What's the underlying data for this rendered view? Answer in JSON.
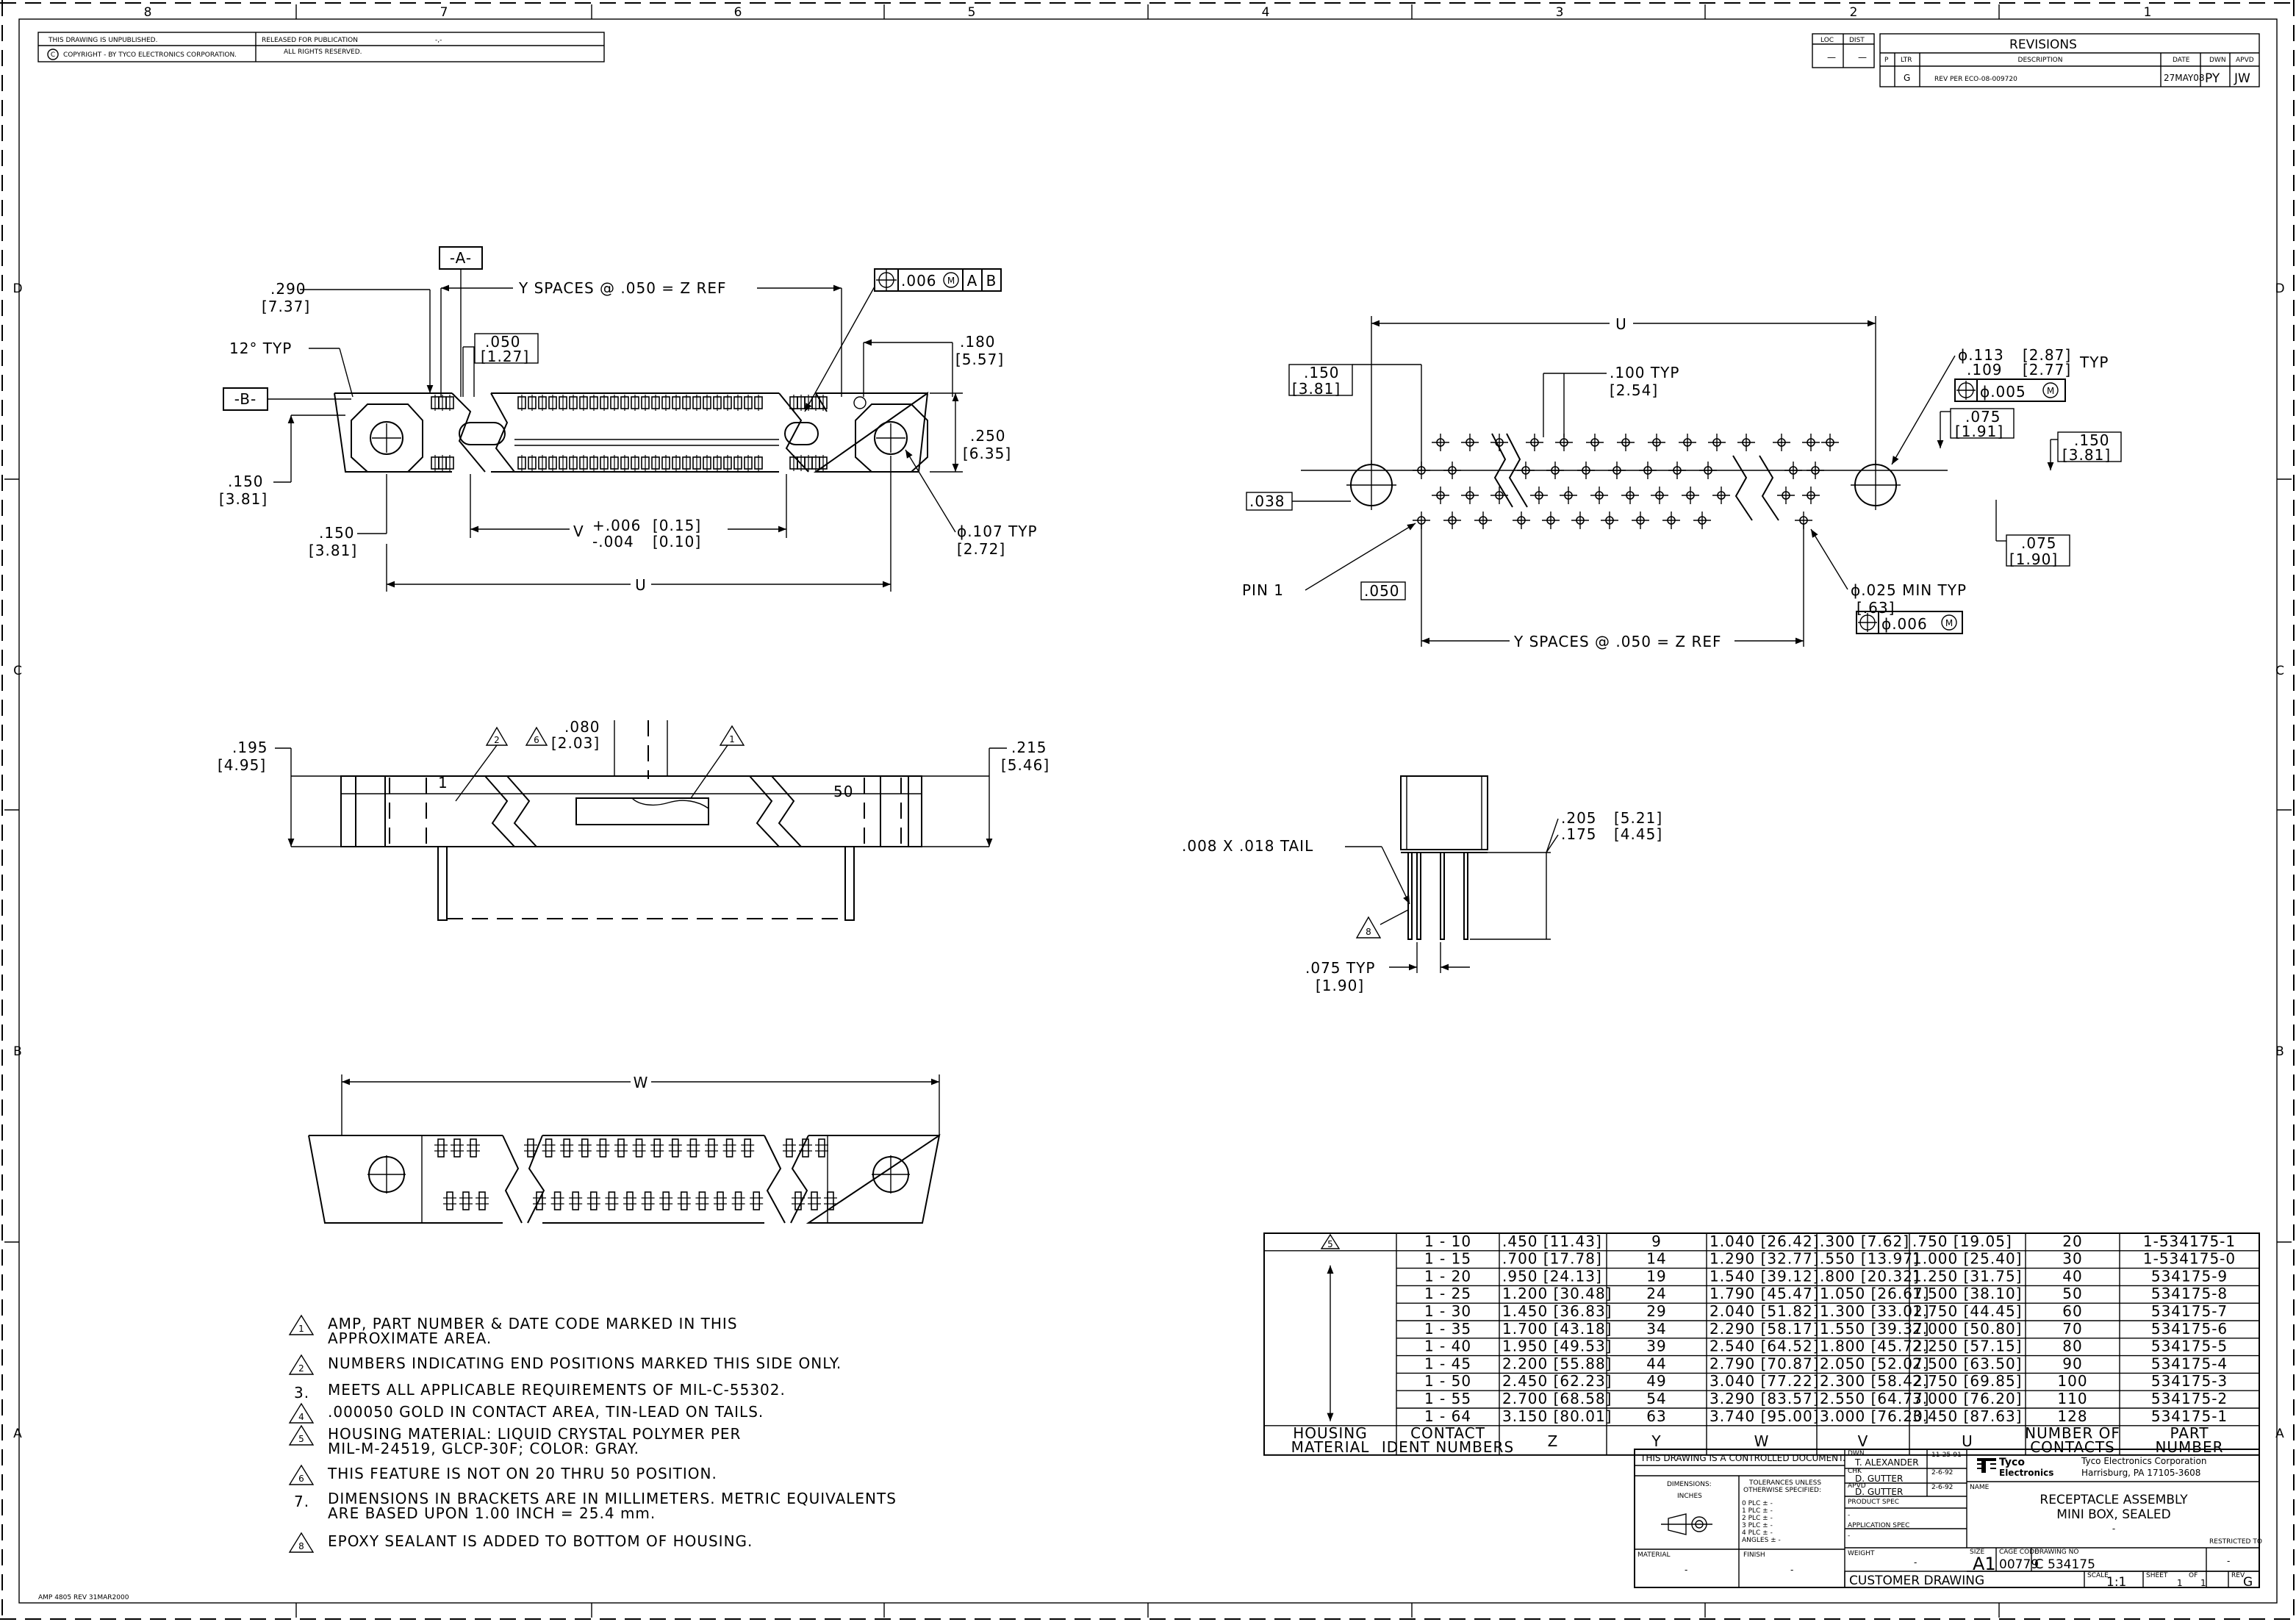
{
  "border": {
    "columns": [
      "8",
      "7",
      "6",
      "5",
      "4",
      "3",
      "2",
      "1"
    ],
    "rows": [
      "D",
      "C",
      "B",
      "A"
    ]
  },
  "top_left_block": {
    "unpublished": "THIS DRAWING IS UNPUBLISHED.",
    "released": "RELEASED FOR PUBLICATION",
    "released_value": "-,-",
    "copyright_mark": "C",
    "copyright": "COPYRIGHT  -         BY TYCO ELECTRONICS CORPORATION.",
    "rights": "ALL RIGHTS RESERVED."
  },
  "revisions": {
    "loc_label": "LOC",
    "dist_label": "DIST",
    "loc_value": "—",
    "dist_value": "—",
    "title": "REVISIONS",
    "p_label": "P",
    "ltr_label": "LTR",
    "desc_label": "DESCRIPTION",
    "date_label": "DATE",
    "dwn_label": "DWN",
    "apvd_label": "APVD",
    "ltr": "G",
    "description": "REV PER ECO-08-009720",
    "date": "27MAY08",
    "dwn": "PY",
    "apvd": "JW"
  },
  "view_top": {
    "datum_a": "-A-",
    "datum_b": "-B-",
    "y_spaces": "Y SPACES @ .050 = Z REF",
    "fcf_value": ".006",
    "fcf_mod": "M",
    "fcf_datum_a": "A",
    "fcf_datum_b": "B",
    "d_290": ".290",
    "d_290_mm": "[7.37]",
    "angle": "12°  TYP",
    "d_050": ".050",
    "d_050_mm": "[1.27]",
    "d_180": ".180",
    "d_180_mm": "[5.57]",
    "d_250": ".250",
    "d_250_mm": "[6.35]",
    "d_150a": ".150",
    "d_150a_mm": "[3.81]",
    "d_150b": ".150",
    "d_150b_mm": "[3.81]",
    "v_label": "V",
    "tol_plus": "+.006",
    "tol_minus": "-.004",
    "tol_plus_mm": "[0.15]",
    "tol_minus_mm": "[0.10]",
    "dia_107": "ϕ.107 TYP",
    "dia_107_mm": "[2.72]",
    "u_label": "U"
  },
  "view_side": {
    "d_195": ".195",
    "d_195_mm": "[4.95]",
    "d_215": ".215",
    "d_215_mm": "[5.46]",
    "d_080": ".080",
    "d_080_mm": "[2.03]",
    "note2": "2",
    "note6": "6",
    "note1": "1",
    "pos1": "1",
    "pos50": "50"
  },
  "view_bottom": {
    "w_label": "W"
  },
  "view_pcb": {
    "u_label": "U",
    "d_150a": ".150",
    "d_150a_mm": "[3.81]",
    "d_100": ".100 TYP",
    "d_100_mm": "[2.54]",
    "dia_113": "ϕ.113",
    "dia_109": ".109",
    "dia_113_mm": "[2.87]",
    "dia_109_mm": "[2.77]",
    "typ": "TYP",
    "fcf1": "ϕ.005",
    "fcf_mod": "M",
    "d_075a": ".075",
    "d_075a_mm": "[1.91]",
    "d_150b": ".150",
    "d_150b_mm": "[3.81]",
    "d_038": ".038",
    "d_075b": ".075",
    "d_075b_mm": "[1.90]",
    "pin1": "PIN 1",
    "d_050": ".050",
    "dia_025": "ϕ.025 MIN TYP",
    "dia_025_mm": "[.63]",
    "fcf2": "ϕ.006",
    "y_spaces": "Y SPACES @ .050 = Z REF"
  },
  "view_tail": {
    "tail": ".008 X .018 TAIL",
    "d_205": ".205",
    "d_175": ".175",
    "d_205_mm": "[5.21]",
    "d_175_mm": "[4.45]",
    "note8": "8",
    "d_075": ".075 TYP",
    "d_075_mm": "[1.90]"
  },
  "notes": [
    {
      "mark": "1",
      "flag": true,
      "text": [
        "AMP, PART NUMBER & DATE CODE MARKED IN THIS",
        "APPROXIMATE AREA."
      ]
    },
    {
      "mark": "2",
      "flag": true,
      "text": [
        "NUMBERS INDICATING END POSITIONS MARKED THIS SIDE ONLY."
      ]
    },
    {
      "mark": "3.",
      "flag": false,
      "text": [
        "MEETS ALL APPLICABLE REQUIREMENTS OF MIL-C-55302."
      ]
    },
    {
      "mark": "4",
      "flag": true,
      "text": [
        ".000050 GOLD IN CONTACT AREA, TIN-LEAD ON TAILS."
      ]
    },
    {
      "mark": "5",
      "flag": true,
      "text": [
        "HOUSING MATERIAL: LIQUID CRYSTAL POLYMER PER",
        "MIL-M-24519, GLCP-30F; COLOR: GRAY."
      ]
    },
    {
      "mark": "6",
      "flag": true,
      "text": [
        "THIS FEATURE IS NOT ON 20 THRU 50 POSITION."
      ]
    },
    {
      "mark": "7.",
      "flag": false,
      "text": [
        "DIMENSIONS IN BRACKETS ARE IN MILLIMETERS. METRIC EQUIVALENTS",
        "ARE BASED UPON 1.00 INCH = 25.4 mm."
      ]
    },
    {
      "mark": "8",
      "flag": true,
      "text": [
        "EPOXY SEALANT IS ADDED TO BOTTOM OF HOUSING."
      ]
    }
  ],
  "table": {
    "material_flag": "5",
    "headers": {
      "material": [
        "HOUSING",
        "MATERIAL"
      ],
      "contact": [
        "CONTACT",
        "IDENT NUMBERS"
      ],
      "z": "Z",
      "y": "Y",
      "w": "W",
      "v": "V",
      "u": "U",
      "contacts": [
        "NUMBER OF",
        "CONTACTS"
      ],
      "part": [
        "PART",
        "NUMBER"
      ]
    },
    "rows": [
      {
        "ident": "1 - 10",
        "z": ".450 [11.43]",
        "y": "9",
        "w": "1.040 [26.42]",
        "v": ".300 [7.62]",
        "u": ".750 [19.05]",
        "n": "20",
        "pn": "1-534175-1"
      },
      {
        "ident": "1 - 15",
        "z": ".700 [17.78]",
        "y": "14",
        "w": "1.290 [32.77]",
        "v": ".550 [13.97]",
        "u": "1.000 [25.40]",
        "n": "30",
        "pn": "1-534175-0"
      },
      {
        "ident": "1 - 20",
        "z": ".950 [24.13]",
        "y": "19",
        "w": "1.540 [39.12]",
        "v": ".800 [20.32]",
        "u": "1.250 [31.75]",
        "n": "40",
        "pn": "534175-9"
      },
      {
        "ident": "1 - 25",
        "z": "1.200 [30.48]",
        "y": "24",
        "w": "1.790 [45.47]",
        "v": "1.050 [26.67]",
        "u": "1.500 [38.10]",
        "n": "50",
        "pn": "534175-8"
      },
      {
        "ident": "1 - 30",
        "z": "1.450 [36.83]",
        "y": "29",
        "w": "2.040 [51.82]",
        "v": "1.300 [33.02]",
        "u": "1.750 [44.45]",
        "n": "60",
        "pn": "534175-7"
      },
      {
        "ident": "1 - 35",
        "z": "1.700 [43.18]",
        "y": "34",
        "w": "2.290 [58.17]",
        "v": "1.550 [39.37]",
        "u": "2.000 [50.80]",
        "n": "70",
        "pn": "534175-6"
      },
      {
        "ident": "1 - 40",
        "z": "1.950 [49.53]",
        "y": "39",
        "w": "2.540 [64.52]",
        "v": "1.800 [45.72]",
        "u": "2.250 [57.15]",
        "n": "80",
        "pn": "534175-5"
      },
      {
        "ident": "1 - 45",
        "z": "2.200 [55.88]",
        "y": "44",
        "w": "2.790 [70.87]",
        "v": "2.050 [52.07]",
        "u": "2.500 [63.50]",
        "n": "90",
        "pn": "534175-4"
      },
      {
        "ident": "1 - 50",
        "z": "2.450 [62.23]",
        "y": "49",
        "w": "3.040 [77.22]",
        "v": "2.300 [58.42]",
        "u": "2.750 [69.85]",
        "n": "100",
        "pn": "534175-3"
      },
      {
        "ident": "1 - 55",
        "z": "2.700 [68.58]",
        "y": "54",
        "w": "3.290 [83.57]",
        "v": "2.550 [64.77]",
        "u": "3.000 [76.20]",
        "n": "110",
        "pn": "534175-2"
      },
      {
        "ident": "1 - 64",
        "z": "3.150 [80.01]",
        "y": "63",
        "w": "3.740 [95.00]",
        "v": "3.000 [76.20]",
        "u": "3.450 [87.63]",
        "n": "128",
        "pn": "534175-1"
      }
    ]
  },
  "title_block": {
    "controlled": "THIS DRAWING IS A CONTROLLED DOCUMENT.",
    "dimensions_label": "DIMENSIONS:",
    "inches": "INCHES",
    "tolerances": [
      "TOLERANCES UNLESS",
      "OTHERWISE SPECIFIED:"
    ],
    "plc": [
      "0 PLC    ± -",
      "1 PLC    ± -",
      "2 PLC    ± -",
      "3 PLC    ± -",
      "4 PLC    ± -",
      "ANGLES   ± -"
    ],
    "material_label": "MATERIAL",
    "material_value": "-",
    "finish_label": "FINISH",
    "finish_value": "-",
    "dwn_label": "DWN",
    "dwn_name": "T. ALEXANDER",
    "dwn_date": "11-25-91",
    "chk_label": "CHK",
    "chk_name": "D. GUTTER",
    "chk_date": "2-6-92",
    "appvd_label": "APVD",
    "appvd_name": "D. GUTTER",
    "appvd_date": "2-6-92",
    "product_spec": "PRODUCT SPEC",
    "product_spec_value": "-",
    "application_spec": "APPLICATION SPEC",
    "application_spec_value": "-",
    "weight_label": "WEIGHT",
    "weight_value": "-",
    "logo_top": "Tyco",
    "logo_bottom": "Electronics",
    "company": "Tyco Electronics Corporation",
    "address": "Harrisburg, PA 17105-3608",
    "name_label": "NAME",
    "name_line1": "RECEPTACLE ASSEMBLY",
    "name_line2": "MINI BOX, SEALED",
    "name_line3": "-",
    "size_label": "SIZE",
    "size": "A1",
    "cage_label": "CAGE CODE",
    "cage": "00779",
    "dwg_label": "DRAWING NO",
    "dwg_prefix": "C",
    "dwg": "534175",
    "restricted_label": "RESTRICTED TO",
    "restricted": "-",
    "customer": "CUSTOMER DRAWING",
    "scale_label": "SCALE",
    "scale": "1:1",
    "sheet_label": "SHEET",
    "sheet": "1",
    "of_label": "OF",
    "of": "1",
    "rev_label": "REV",
    "rev": "G"
  },
  "footer": "AMP 4805 REV 31MAR2000"
}
